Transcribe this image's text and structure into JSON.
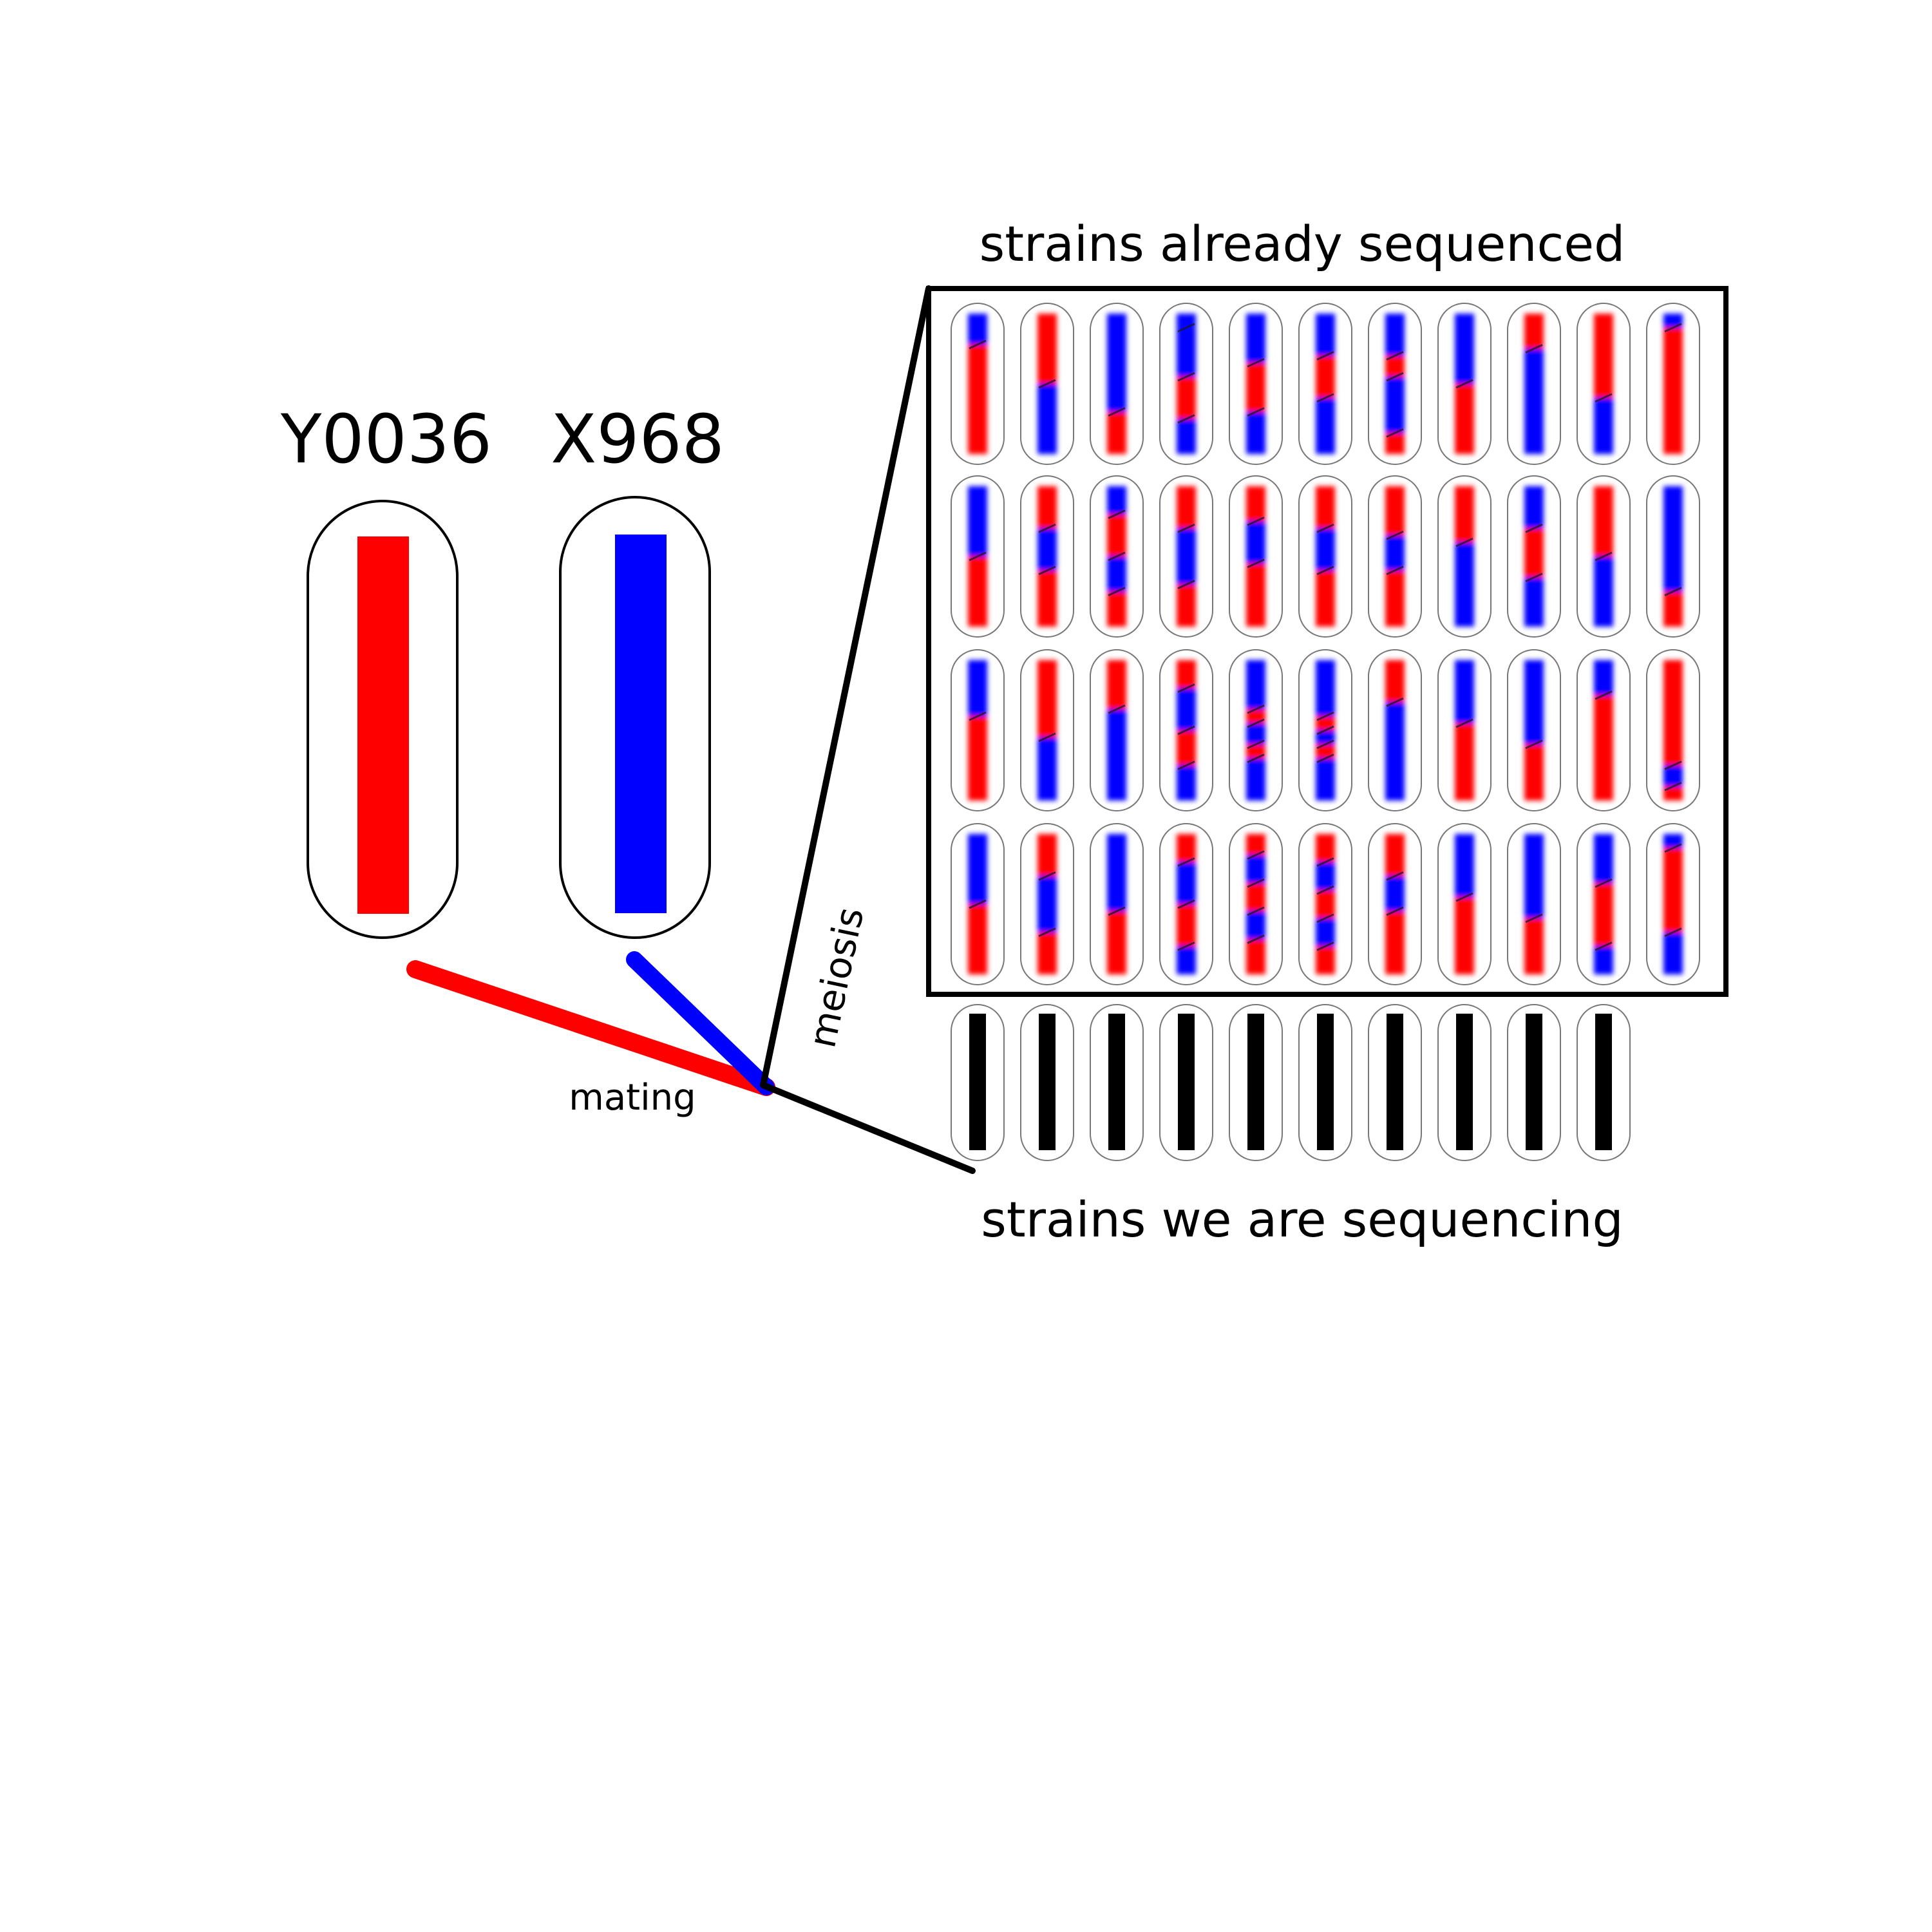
{
  "parents": [
    {
      "label": "Y0036",
      "color": "#ff0000"
    },
    {
      "label": "X968",
      "color": "#0000ff"
    }
  ],
  "labels": {
    "mating": "mating",
    "meiosis": "meiosis",
    "already": "strains already sequenced",
    "sequencing": "strains we are sequencing"
  },
  "colors": {
    "parent_a": "#ff0000",
    "parent_b": "#0000ff",
    "new_strain": "#000000"
  },
  "grid": {
    "rows": 4,
    "columns": 11,
    "new_strain_count": 10
  },
  "patterns": [
    [
      [
        0,
        0.22,
        1
      ],
      [
        0.22,
        1,
        0
      ]
    ],
    [
      [
        0,
        0.5,
        0
      ],
      [
        0.5,
        1,
        1
      ]
    ],
    [
      [
        0,
        0.7,
        1
      ],
      [
        0.7,
        1,
        0
      ]
    ],
    [
      [
        0,
        0.1,
        1
      ],
      [
        0.1,
        0.45,
        1
      ],
      [
        0.45,
        0.75,
        0
      ],
      [
        0.75,
        1,
        1
      ]
    ],
    [
      [
        0,
        0.35,
        1
      ],
      [
        0.35,
        0.7,
        0
      ],
      [
        0.7,
        1,
        1
      ]
    ],
    [
      [
        0,
        0.3,
        1
      ],
      [
        0.3,
        0.6,
        0
      ],
      [
        0.6,
        1,
        1
      ]
    ],
    [
      [
        0,
        0.3,
        1
      ],
      [
        0.3,
        0.45,
        0
      ],
      [
        0.45,
        0.85,
        1
      ],
      [
        0.85,
        1,
        0
      ]
    ],
    [
      [
        0,
        0.5,
        1
      ],
      [
        0.5,
        1,
        0
      ]
    ],
    [
      [
        0,
        0.25,
        0
      ],
      [
        0.25,
        1,
        1
      ]
    ],
    [
      [
        0,
        0.6,
        0
      ],
      [
        0.6,
        1,
        1
      ]
    ],
    [
      [
        0,
        0.1,
        1
      ],
      [
        0.1,
        1,
        0
      ]
    ],
    [
      [
        0,
        0.5,
        1
      ],
      [
        0.5,
        1,
        0
      ]
    ],
    [
      [
        0,
        0.3,
        0
      ],
      [
        0.3,
        0.6,
        1
      ],
      [
        0.6,
        1,
        0
      ]
    ],
    [
      [
        0,
        0.2,
        1
      ],
      [
        0.2,
        0.5,
        0
      ],
      [
        0.5,
        0.75,
        1
      ],
      [
        0.75,
        1,
        0
      ]
    ],
    [
      [
        0,
        0.3,
        0
      ],
      [
        0.3,
        0.7,
        1
      ],
      [
        0.7,
        1,
        0
      ]
    ],
    [
      [
        0,
        0.25,
        0
      ],
      [
        0.25,
        0.55,
        1
      ],
      [
        0.55,
        1,
        0
      ]
    ],
    [
      [
        0,
        0.3,
        0
      ],
      [
        0.3,
        0.6,
        1
      ],
      [
        0.6,
        1,
        0
      ]
    ],
    [
      [
        0,
        0.35,
        0
      ],
      [
        0.35,
        0.6,
        1
      ],
      [
        0.6,
        1,
        0
      ]
    ],
    [
      [
        0,
        0.4,
        0
      ],
      [
        0.4,
        1,
        1
      ]
    ],
    [
      [
        0,
        0.3,
        1
      ],
      [
        0.3,
        0.65,
        0
      ],
      [
        0.65,
        1,
        1
      ]
    ],
    [
      [
        0,
        0.5,
        0
      ],
      [
        0.5,
        1,
        1
      ]
    ],
    [
      [
        0,
        0.75,
        1
      ],
      [
        0.75,
        1,
        0
      ]
    ],
    [
      [
        0,
        0.4,
        1
      ],
      [
        0.4,
        1,
        0
      ]
    ],
    [
      [
        0,
        0.55,
        0
      ],
      [
        0.55,
        1,
        1
      ]
    ],
    [
      [
        0,
        0.35,
        0
      ],
      [
        0.35,
        1,
        1
      ]
    ],
    [
      [
        0,
        0.2,
        0
      ],
      [
        0.2,
        0.5,
        1
      ],
      [
        0.5,
        0.75,
        0
      ],
      [
        0.75,
        1,
        1
      ]
    ],
    [
      [
        0,
        0.35,
        1
      ],
      [
        0.35,
        0.45,
        0
      ],
      [
        0.45,
        0.6,
        1
      ],
      [
        0.6,
        0.7,
        0
      ],
      [
        0.7,
        1,
        1
      ]
    ],
    [
      [
        0,
        0.4,
        1
      ],
      [
        0.4,
        0.5,
        0
      ],
      [
        0.5,
        0.6,
        1
      ],
      [
        0.6,
        0.7,
        0
      ],
      [
        0.7,
        1,
        1
      ]
    ],
    [
      [
        0,
        0.3,
        0
      ],
      [
        0.3,
        1,
        1
      ]
    ],
    [
      [
        0,
        0.45,
        1
      ],
      [
        0.45,
        1,
        0
      ]
    ],
    [
      [
        0,
        0.6,
        1
      ],
      [
        0.6,
        1,
        0
      ]
    ],
    [
      [
        0,
        0.25,
        1
      ],
      [
        0.25,
        1,
        0
      ]
    ],
    [
      [
        0,
        0.75,
        0
      ],
      [
        0.75,
        0.9,
        1
      ],
      [
        0.9,
        1,
        0
      ]
    ],
    [
      [
        0,
        0.5,
        1
      ],
      [
        0.5,
        1,
        0
      ]
    ],
    [
      [
        0,
        0.3,
        0
      ],
      [
        0.3,
        0.7,
        1
      ],
      [
        0.7,
        1,
        0
      ]
    ],
    [
      [
        0,
        0.55,
        1
      ],
      [
        0.55,
        1,
        0
      ]
    ],
    [
      [
        0,
        0.2,
        0
      ],
      [
        0.2,
        0.5,
        1
      ],
      [
        0.5,
        0.8,
        0
      ],
      [
        0.8,
        1,
        1
      ]
    ],
    [
      [
        0,
        0.15,
        0
      ],
      [
        0.15,
        0.35,
        1
      ],
      [
        0.35,
        0.55,
        0
      ],
      [
        0.55,
        0.75,
        1
      ],
      [
        0.75,
        1,
        0
      ]
    ],
    [
      [
        0,
        0.2,
        0
      ],
      [
        0.2,
        0.4,
        1
      ],
      [
        0.4,
        0.6,
        0
      ],
      [
        0.6,
        0.8,
        1
      ],
      [
        0.8,
        1,
        0
      ]
    ],
    [
      [
        0,
        0.3,
        0
      ],
      [
        0.3,
        0.55,
        1
      ],
      [
        0.55,
        1,
        0
      ]
    ],
    [
      [
        0,
        0.45,
        1
      ],
      [
        0.45,
        1,
        0
      ]
    ],
    [
      [
        0,
        0.6,
        1
      ],
      [
        0.6,
        1,
        0
      ]
    ],
    [
      [
        0,
        0.35,
        1
      ],
      [
        0.35,
        0.8,
        0
      ],
      [
        0.8,
        1,
        1
      ]
    ],
    [
      [
        0,
        0.1,
        1
      ],
      [
        0.1,
        0.7,
        0
      ],
      [
        0.7,
        1,
        1
      ]
    ]
  ]
}
